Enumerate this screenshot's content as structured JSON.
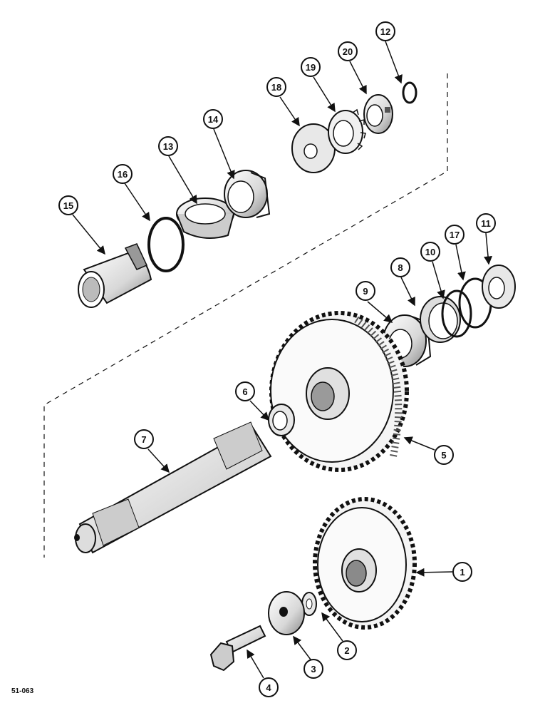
{
  "diagram": {
    "callout_labels": [
      "1",
      "2",
      "3",
      "4",
      "5",
      "6",
      "7",
      "8",
      "9",
      "10",
      "11",
      "12",
      "13",
      "14",
      "15",
      "16",
      "17",
      "18",
      "19",
      "20"
    ],
    "reference_code": "51-063"
  }
}
